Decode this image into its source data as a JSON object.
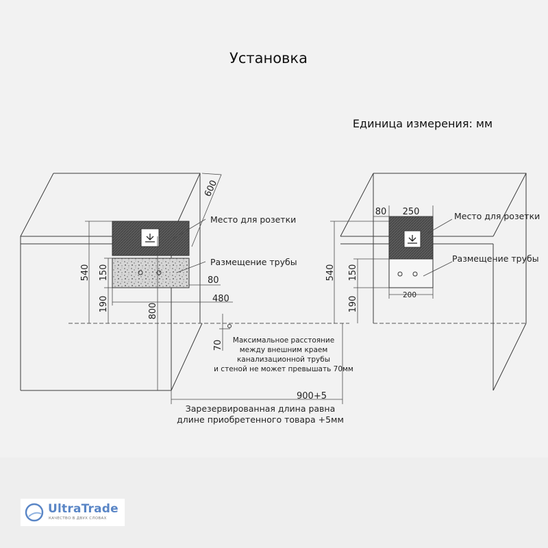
{
  "title": "Установка",
  "unit_label": "Единица измерения: мм",
  "labels": {
    "socket": "Место для розетки",
    "pipe": "Размещение трубы"
  },
  "dimensions": {
    "d600": "600",
    "d540": "540",
    "d150": "150",
    "d190": "190",
    "d800": "800",
    "d80": "80",
    "d480": "480",
    "d70": "70",
    "d900": "900+5",
    "d250": "250",
    "d200": "200"
  },
  "note_max_distance": [
    "Максимальное расстояние",
    "между внешним краем",
    "канализационной трубы",
    "и стеной не может превышать 70мм"
  ],
  "note_reserved_length": [
    "Зарезервированная длина равна",
    "длине приобретенного товара +5мм"
  ],
  "logo": {
    "name": "UltraTrade",
    "tagline": "КАЧЕСТВО В ДВУХ СЛОВАХ",
    "color": "#5a86c6"
  }
}
